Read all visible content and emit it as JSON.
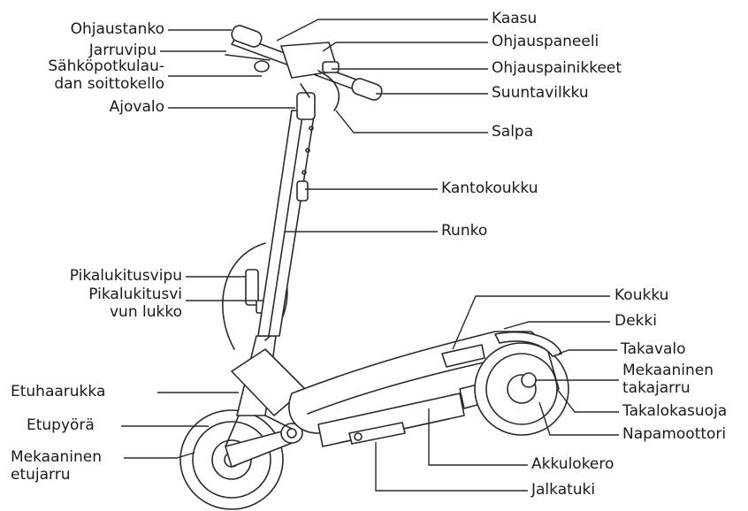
{
  "labels": {
    "ohjaustanko": "Ohjaustanko",
    "jarruvipu": "Jarruvipu",
    "soittokello_1": "Sähköpotkulau-",
    "soittokello_2": "dan soittokello",
    "ajovalo": "Ajovalo",
    "kaasu": "Kaasu",
    "ohjauspaneeli": "Ohjauspaneeli",
    "ohjauspainikkeet": "Ohjauspainikkeet",
    "suuntavilkku": "Suuntavilkku",
    "salpa": "Salpa",
    "kantokoukku": "Kantokoukku",
    "runko": "Runko",
    "pikalukitusvipu": "Pikalukitusvipu",
    "pikalukitusvivun_lukko_1": "Pikalukitusvi",
    "pikalukitusvivun_lukko_2": "vun lukko",
    "koukku": "Koukku",
    "dekki": "Dekki",
    "takavalo": "Takavalo",
    "takajarru_1": "Mekaaninen",
    "takajarru_2": "takajarru",
    "takalokasuoja": "Takalokasuoja",
    "napamoottori": "Napamoottori",
    "etuhaarukka": "Etuhaarukka",
    "etupyora": "Etupyörä",
    "etujarru_1": "Mekaaninen",
    "etujarru_2": "etujarru",
    "akkulokero": "Akkulokero",
    "jalkatuki": "Jalkatuki"
  }
}
